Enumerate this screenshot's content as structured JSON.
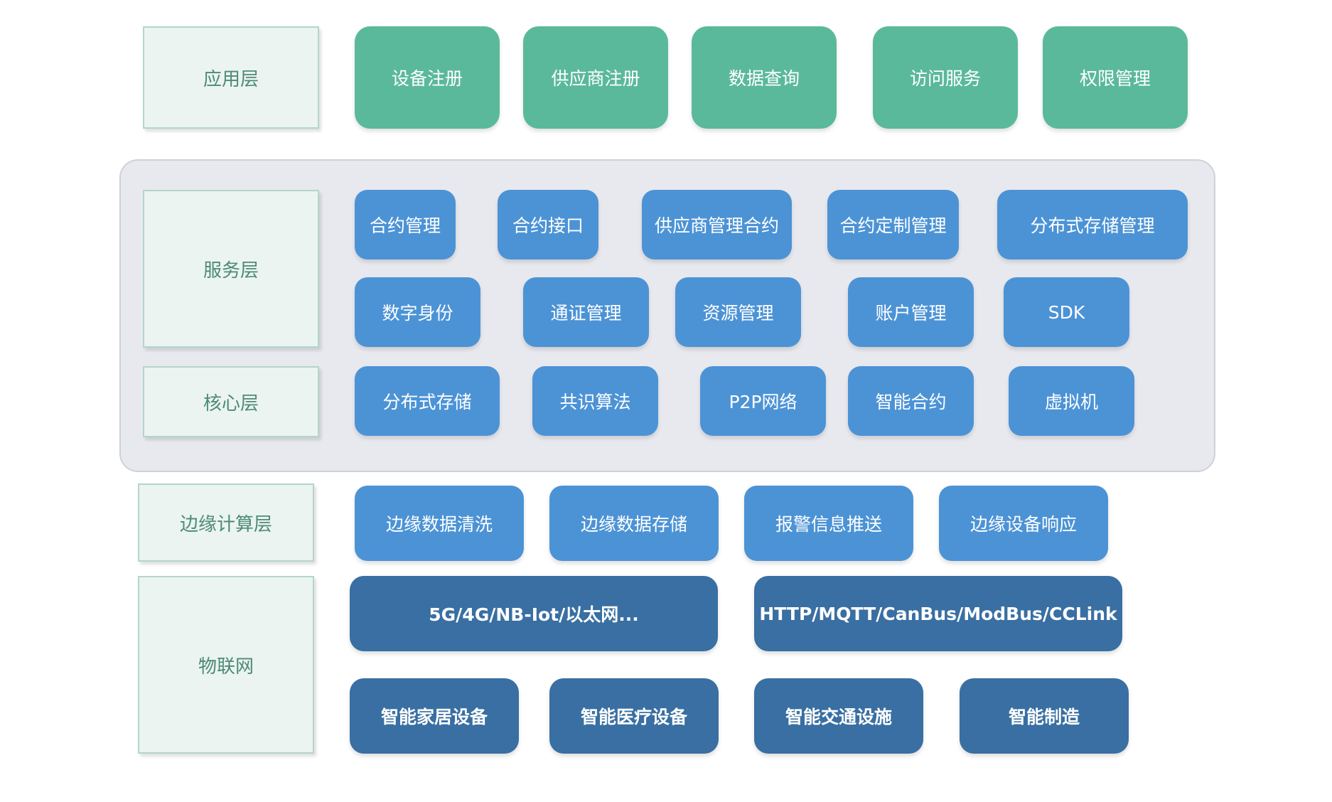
{
  "layers": {
    "app": "应用层",
    "service": "服务层",
    "core": "核心层",
    "edge": "边缘计算层",
    "iot": "物联网"
  },
  "app_items": [
    "设备注册",
    "供应商注册",
    "数据查询",
    "访问服务",
    "权限管理"
  ],
  "service_row1": [
    "合约管理",
    "合约接口",
    "供应商管理合约",
    "合约定制管理",
    "分布式存储管理"
  ],
  "service_row2": [
    "数字身份",
    "通证管理",
    "资源管理",
    "账户管理",
    "SDK"
  ],
  "core_items": [
    "分布式存储",
    "共识算法",
    "P2P网络",
    "智能合约",
    "虚拟机"
  ],
  "edge_items": [
    "边缘数据清洗",
    "边缘数据存储",
    "报警信息推送",
    "边缘设备响应"
  ],
  "iot_protocols": [
    "5G/4G/NB-Iot/以太网...",
    "HTTP/MQTT/CanBus/ModBus/CCLink"
  ],
  "iot_devices": [
    "智能家居设备",
    "智能医疗设备",
    "智能交通设施",
    "智能制造"
  ],
  "colors": {
    "app_green": "#5bb99b",
    "service_blue": "#4c93d6",
    "iot_dark_blue": "#396fa2",
    "label_fill": "#ebf4f1",
    "panel_fill": "#e8e9ee"
  }
}
